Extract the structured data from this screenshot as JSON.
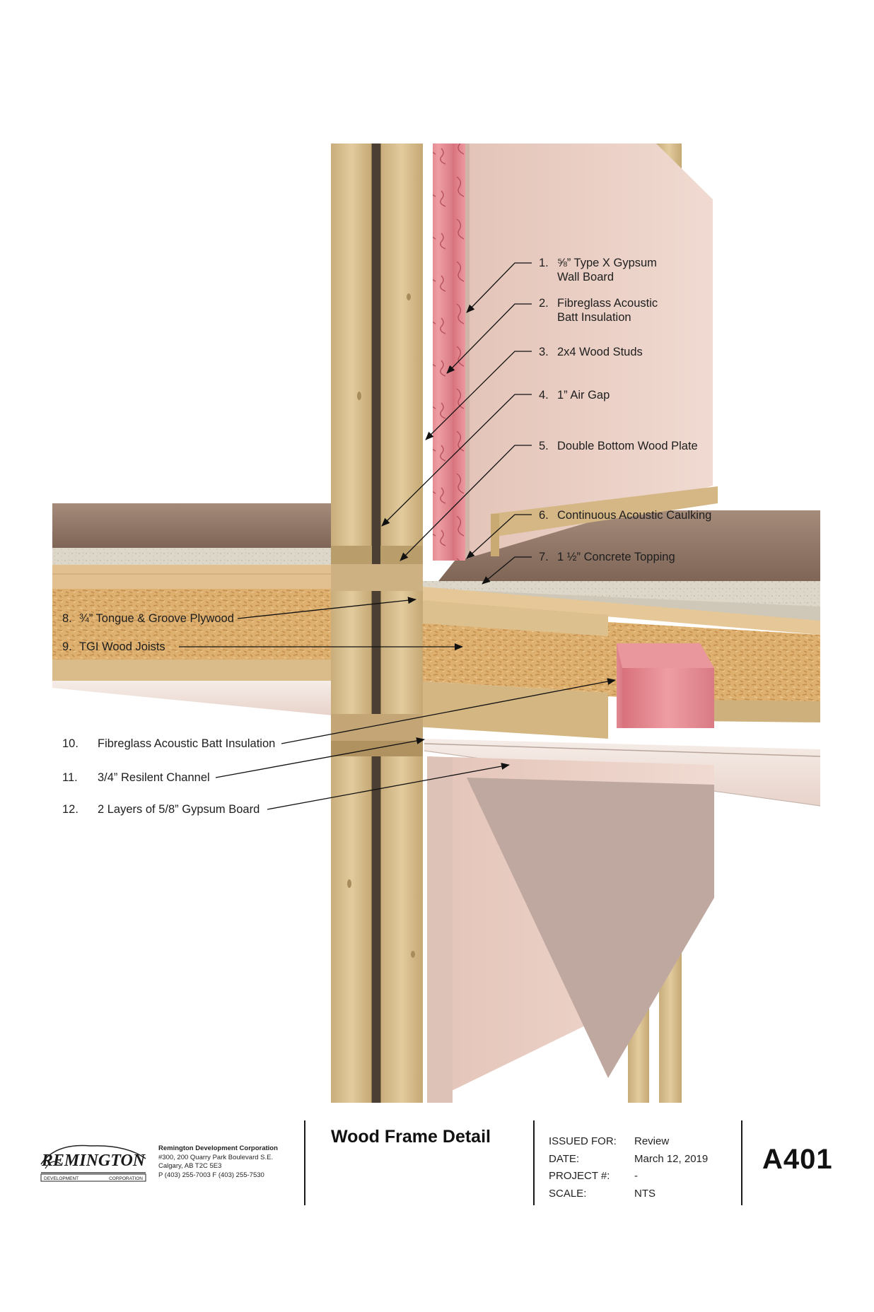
{
  "callouts_right": [
    {
      "num": "1.",
      "line1": "⅝” Type X Gypsum",
      "line2": "Wall Board"
    },
    {
      "num": "2.",
      "line1": "Fibreglass Acoustic",
      "line2": "Batt Insulation"
    },
    {
      "num": "3.",
      "line1": "2x4 Wood Studs",
      "line2": ""
    },
    {
      "num": "4.",
      "line1": "1” Air Gap",
      "line2": ""
    },
    {
      "num": "5.",
      "line1": "Double Bottom Wood Plate",
      "line2": ""
    },
    {
      "num": "6.",
      "line1": "Continuous Acoustic Caulking",
      "line2": ""
    },
    {
      "num": "7.",
      "line1": "1 ½” Concrete Topping",
      "line2": ""
    }
  ],
  "callouts_left": [
    {
      "num": "8.",
      "text": "¾” Tongue & Groove Plywood"
    },
    {
      "num": "9.",
      "text": "TGI Wood Joists"
    },
    {
      "num": "10.",
      "text": "Fibreglass Acoustic Batt Insulation"
    },
    {
      "num": "11.",
      "text": "3/4” Resilent Channel"
    },
    {
      "num": "12.",
      "text": "2 Layers of 5/8” Gypsum Board"
    }
  ],
  "title_block": {
    "logo_text": "REMINGTON",
    "logo_sub_left": "DEVELOPMENT",
    "logo_sub_right": "CORPORATION",
    "company_name": "Remington Development Corporation",
    "address_1": "#300, 200 Quarry Park Boulevard S.E.",
    "address_2": "Calgary, AB  T2C 5E3",
    "phone": "P (403) 255-7003  F (403) 255-7530",
    "drawing_title": "Wood Frame Detail",
    "issued_for_label": "ISSUED FOR:",
    "issued_for_value": "Review",
    "date_label": "DATE:",
    "date_value": "March 12, 2019",
    "project_label": "PROJECT #:",
    "project_value": "-",
    "scale_label": "SCALE:",
    "scale_value": "NTS",
    "sheet_number": "A401"
  },
  "colors": {
    "stud": "#d9c08f",
    "stud_dark": "#b79c68",
    "insulation": "#e38f96",
    "gypsum": "#e9cfc4",
    "floor_finish": "#8f7565",
    "concrete": "#ddd8cc",
    "plywood": "#e4c496",
    "osb": "#dbab6a",
    "ceiling": "#f0e4de"
  }
}
